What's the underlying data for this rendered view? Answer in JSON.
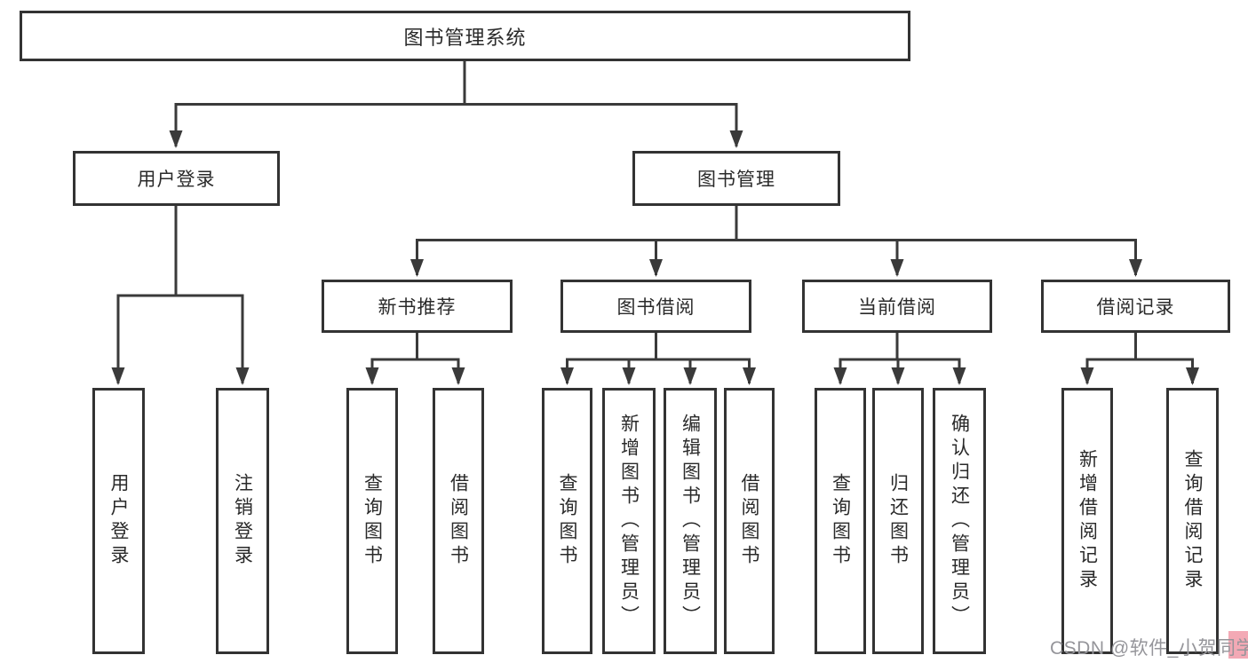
{
  "diagram": {
    "root": {
      "label": "图书管理系统"
    },
    "branches": [
      {
        "label": "用户登录",
        "children": [
          {
            "label": "用户登录"
          },
          {
            "label": "注销登录"
          }
        ]
      },
      {
        "label": "图书管理",
        "children": [
          {
            "label": "新书推荐",
            "children": [
              {
                "label": "查询图书"
              },
              {
                "label": "借阅图书"
              }
            ]
          },
          {
            "label": "图书借阅",
            "children": [
              {
                "label": "查询图书"
              },
              {
                "label": "新增图书（管理员）"
              },
              {
                "label": "编辑图书（管理员）"
              },
              {
                "label": "借阅图书"
              }
            ]
          },
          {
            "label": "当前借阅",
            "children": [
              {
                "label": "查询图书"
              },
              {
                "label": "归还图书"
              },
              {
                "label": "确认归还（管理员）"
              }
            ]
          },
          {
            "label": "借阅记录",
            "children": [
              {
                "label": "新增借阅记录"
              },
              {
                "label": "查询借阅记录"
              }
            ]
          }
        ]
      }
    ]
  },
  "watermark": {
    "text": "CSDN @软件_小贺同学"
  },
  "colors": {
    "line": "#3a3a3a",
    "box_border": "#333333",
    "box_fill": "#ffffff",
    "text": "#2a2a2a",
    "watermark_text": "#95959a",
    "watermark_accent": "#f3a9b5"
  }
}
